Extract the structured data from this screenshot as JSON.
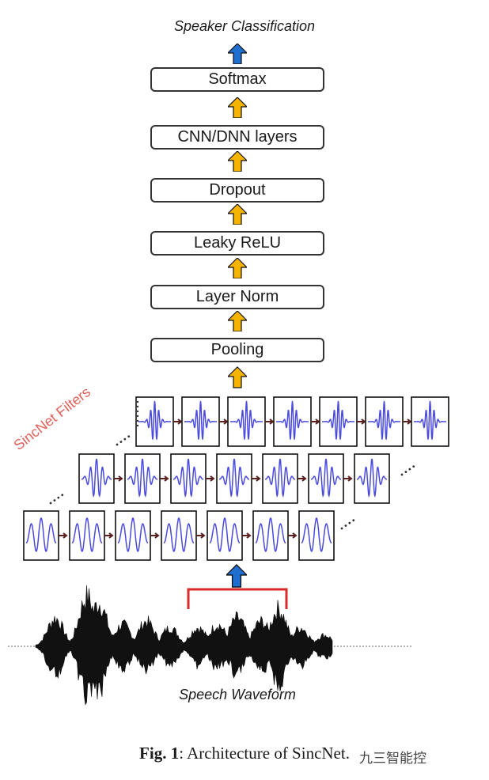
{
  "diagram": {
    "output_label": "Speaker Classification",
    "layers": [
      "Softmax",
      "CNN/DNN layers",
      "Dropout",
      "Leaky ReLU",
      "Layer Norm",
      "Pooling"
    ],
    "filters_label": "SincNet Filters",
    "input_label": "Speech Waveform"
  },
  "caption": {
    "fig_label": "Fig. 1",
    "text": ": Architecture of SincNet."
  },
  "watermark": {
    "text": "九三智能控"
  },
  "colors": {
    "arrow_top": "#1f6fd0",
    "arrow_mid": "#f4b400",
    "arrow_input": "#1f6fd0",
    "wave": "#4a4adf",
    "bracket": "#d92b2b",
    "filters_label": "#e0625a"
  }
}
